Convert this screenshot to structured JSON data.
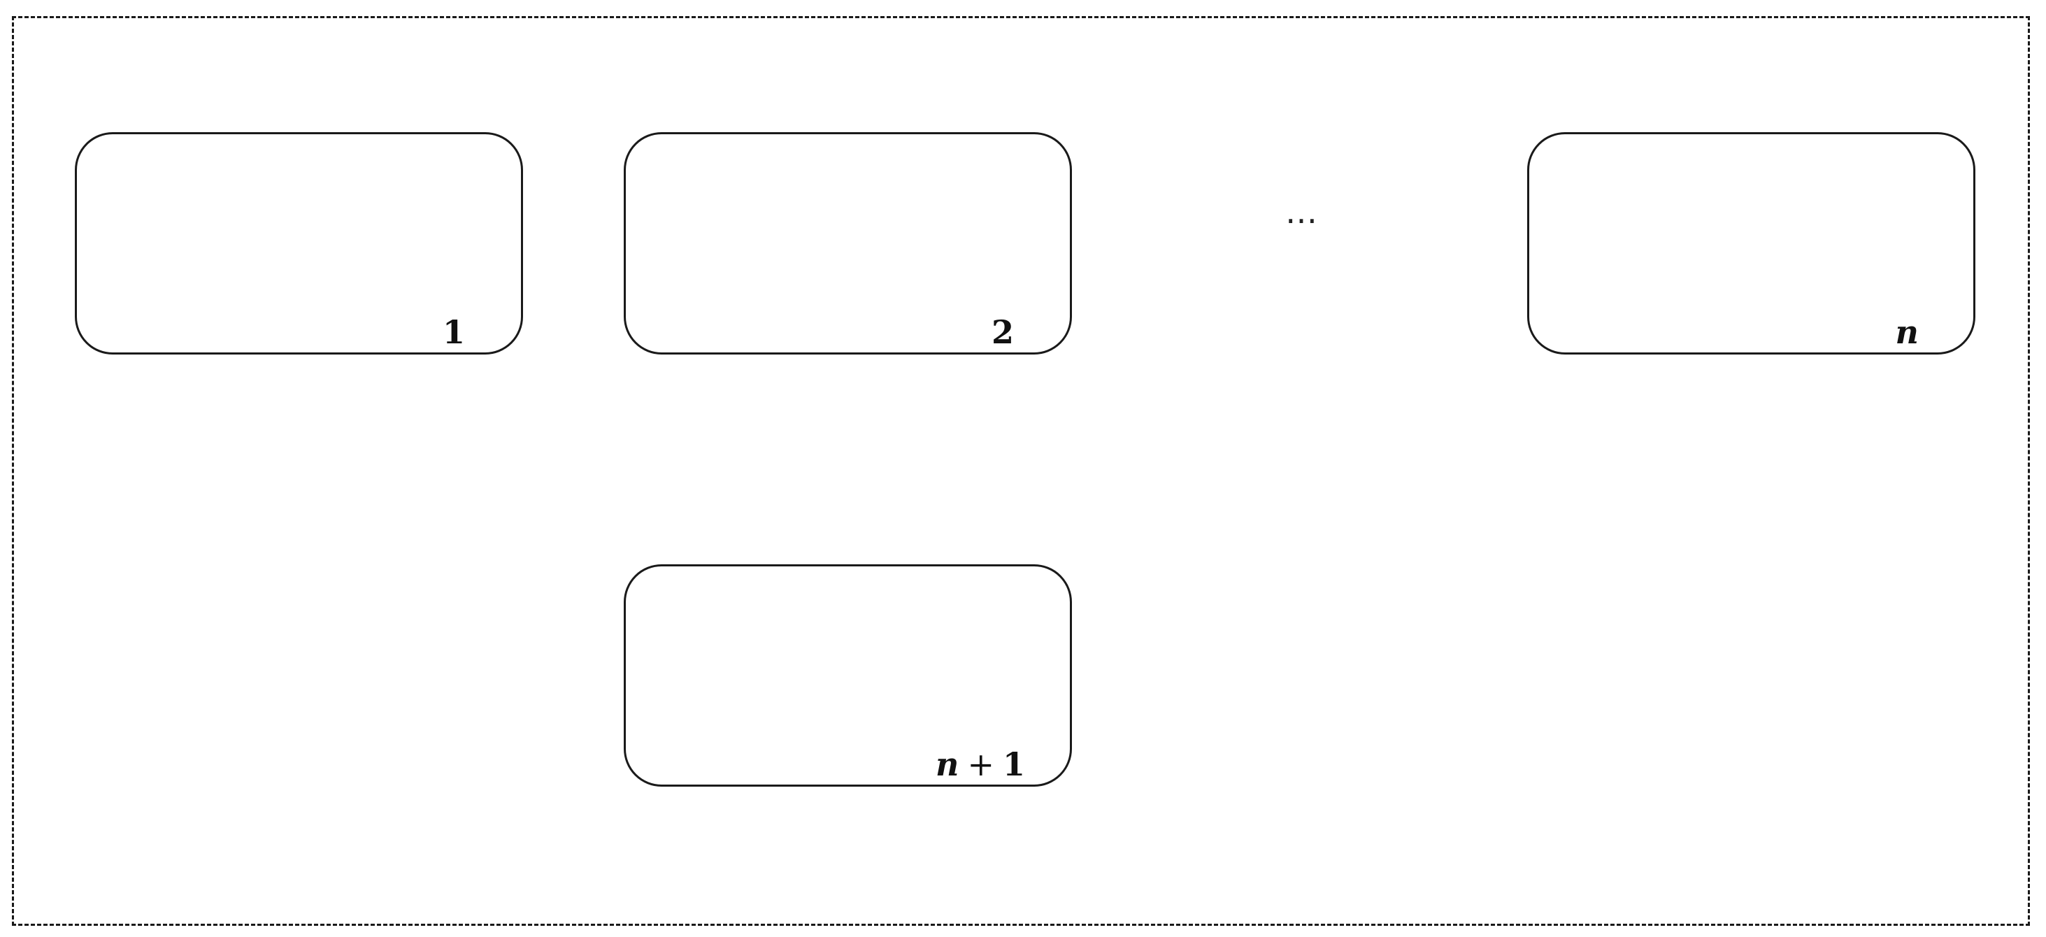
{
  "boxes": [
    {
      "id": "1",
      "label": "1"
    },
    {
      "id": "2",
      "label": "2"
    },
    {
      "id": "n",
      "label_var": "n"
    },
    {
      "id": "n+1",
      "label_var": "n",
      "label_op": "+",
      "label_num": "1"
    }
  ],
  "ellipsis": "…",
  "colors": {
    "stroke": "#1a1a1a",
    "background": "#ffffff"
  }
}
